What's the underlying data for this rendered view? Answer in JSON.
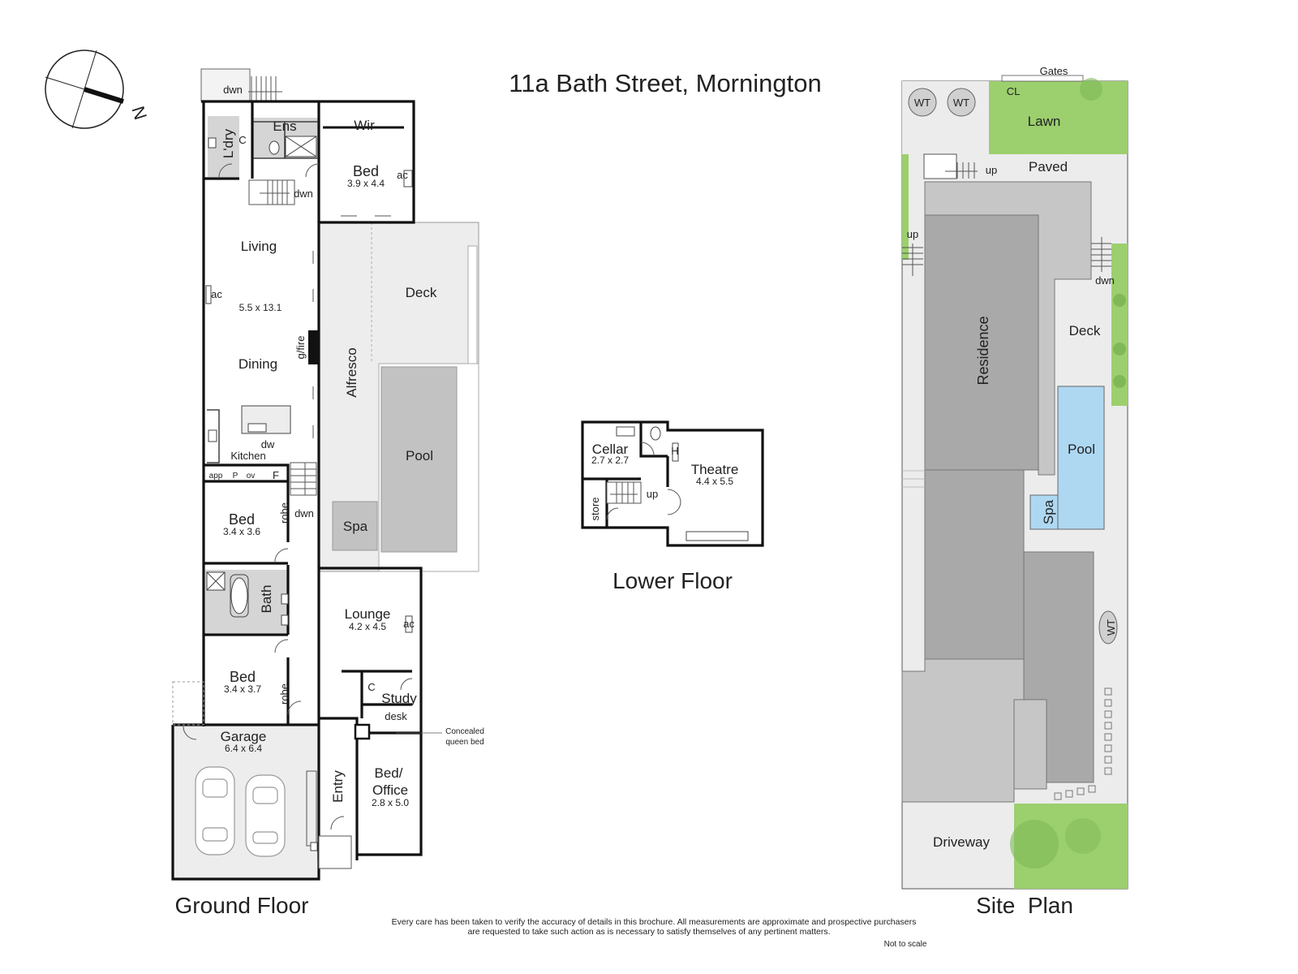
{
  "title": "11a Bath Street, Mornington",
  "compass": {
    "label": "N"
  },
  "sections": {
    "ground": "Ground Floor",
    "lower": "Lower Floor",
    "site": "Site  Plan"
  },
  "ground_rooms": {
    "dwn_top": "dwn",
    "ens": "Ens",
    "wir": "Wir",
    "ldry": "L'dry",
    "c_ldry": "C",
    "master_bed": "Bed",
    "master_bed_dim": "3.9 x 4.4",
    "ac_master": "ac",
    "dwn_stair": "dwn",
    "living": "Living",
    "living_dim": "5.5 x 13.1",
    "ac_living": "ac",
    "gfire": "g/fire",
    "dining": "Dining",
    "dw": "dw",
    "kitchen": "Kitchen",
    "app": "app",
    "p": "P",
    "ov": "ov",
    "f": "F",
    "alfresco": "Alfresco",
    "deck": "Deck",
    "pool": "Pool",
    "spa": "Spa",
    "bed2": "Bed",
    "bed2_dim": "3.4 x 3.6",
    "robe2": "robe",
    "dwn_mid": "dwn",
    "bath": "Bath",
    "lounge": "Lounge",
    "lounge_dim": "4.2 x 4.5",
    "ac_lounge": "ac",
    "bed3": "Bed",
    "bed3_dim": "3.4 x 3.7",
    "robe3": "robe",
    "c_study": "C",
    "study": "Study",
    "desk": "desk",
    "concealed": "Concealed",
    "queen_bed": "queen bed",
    "garage": "Garage",
    "garage_dim": "6.4 x 6.4",
    "entry": "Entry",
    "bed_office_1": "Bed/",
    "bed_office_2": "Office",
    "bed_office_dim": "2.8 x 5.0"
  },
  "lower_rooms": {
    "cellar": "Cellar",
    "cellar_dim": "2.7 x 2.7",
    "h": "H",
    "theatre": "Theatre",
    "theatre_dim": "4.4 x 5.5",
    "up": "up",
    "store": "store"
  },
  "site": {
    "gates": "Gates",
    "cl": "CL",
    "wt1": "WT",
    "wt2": "WT",
    "wt3": "WT",
    "lawn": "Lawn",
    "up_top": "up",
    "paved": "Paved",
    "up_left": "up",
    "dwn": "dwn",
    "deck": "Deck",
    "residence": "Residence",
    "pool": "Pool",
    "spa": "Spa",
    "driveway": "Driveway"
  },
  "footer": {
    "disclaimer_1": "Every care has been taken to verify the accuracy of details in this brochure. All measurements are approximate and prospective purchasers",
    "disclaimer_2": "are requested to take such action as is necessary to satisfy themselves of any pertinent matters.",
    "scale": "Not to scale"
  },
  "colors": {
    "lawn": "#9ccf6e",
    "paving": "#ececec",
    "roof_dark": "#a9a9a9",
    "roof_light": "#c6c6c6",
    "pool": "#aed8f2",
    "room_grey": "#d5d5d5",
    "deck_grey": "#ededed",
    "pool_grey": "#c2c2c2"
  }
}
